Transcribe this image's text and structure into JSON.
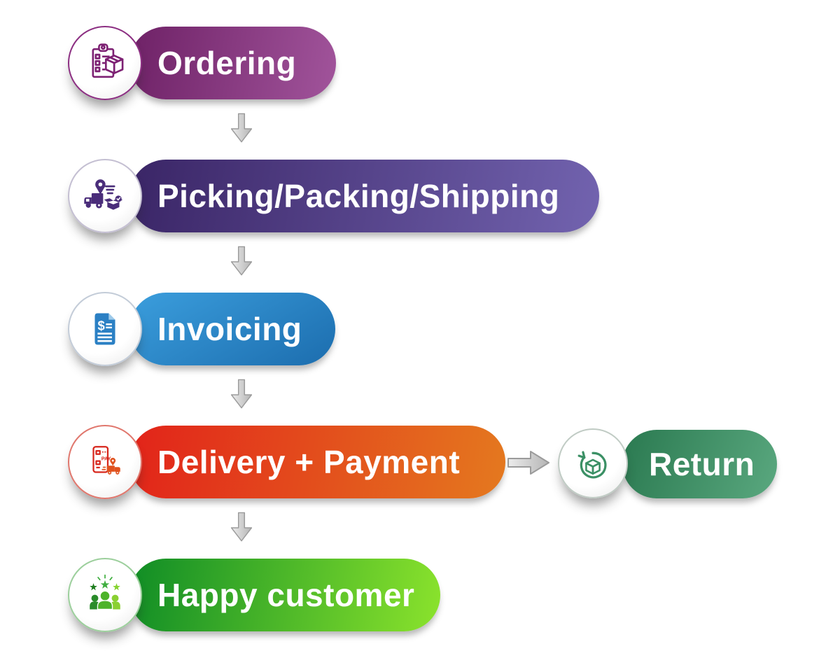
{
  "diagram": {
    "steps": [
      {
        "label": "Ordering",
        "icon": "clipboard-package-icon",
        "gradient": {
          "angle": "100deg",
          "from": "#6e2166",
          "to": "#a1549b"
        }
      },
      {
        "label": "Picking/Packing/Shipping",
        "icon": "delivery-truck-icon",
        "gradient": {
          "angle": "100deg",
          "from": "#3a2566",
          "to": "#7263af"
        }
      },
      {
        "label": "Invoicing",
        "icon": "invoice-document-icon",
        "gradient": {
          "angle": "150deg",
          "from": "#3b9edd",
          "to": "#1c6dae"
        }
      },
      {
        "label": "Delivery + Payment",
        "icon": "mobile-payment-truck-icon",
        "gradient": {
          "angle": "100deg",
          "from": "#e2231a",
          "to": "#e4791f"
        }
      },
      {
        "label": "Happy customer",
        "icon": "happy-customers-icon",
        "gradient": {
          "angle": "100deg",
          "from": "#0f8c26",
          "to": "#8be32c"
        }
      }
    ],
    "branch": {
      "label": "Return",
      "icon": "return-package-icon",
      "gradient": {
        "angle": "110deg",
        "from": "#2a7950",
        "to": "#5aa87f"
      }
    },
    "connector_arrow_color": "#c9c9c9"
  }
}
